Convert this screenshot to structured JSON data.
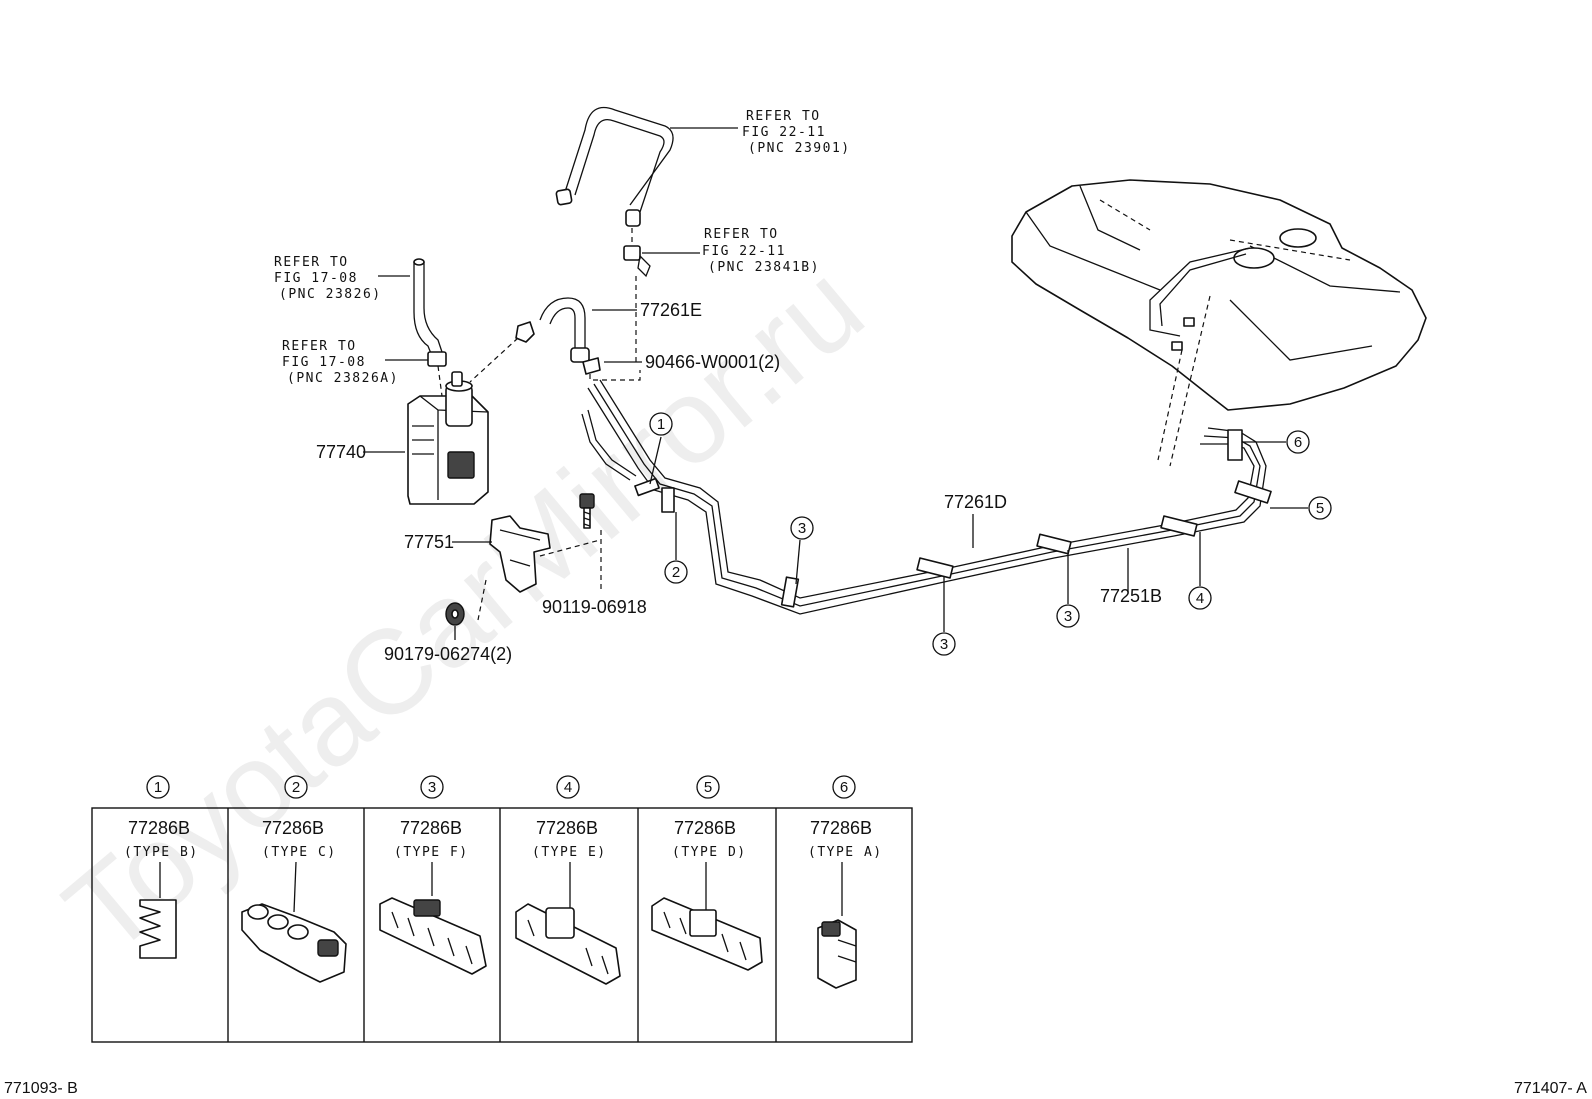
{
  "watermark": "ToyotaCarMirror.ru",
  "refs": {
    "r1": [
      "REFER TO",
      "FIG 22-11",
      "(PNC 23901)"
    ],
    "r2": [
      "REFER TO",
      "FIG 22-11",
      "(PNC 23841B)"
    ],
    "r3": [
      "REFER TO",
      "FIG 17-08",
      "(PNC 23826)"
    ],
    "r4": [
      "REFER TO",
      "FIG 17-08",
      "(PNC 23826A)"
    ]
  },
  "labels": {
    "hose_e": "77261E",
    "clamp": "90466-W0001(2)",
    "canister": "77740",
    "bracket": "77751",
    "bolt": "90119-06918",
    "nut": "90179-06274(2)",
    "tube_d": "77261D",
    "tube_b": "77251B"
  },
  "callouts": [
    "1",
    "2",
    "3",
    "4",
    "5",
    "6"
  ],
  "clamp_table": [
    {
      "num": "1",
      "part": "77286B",
      "type": "(TYPE B)"
    },
    {
      "num": "2",
      "part": "77286B",
      "type": "(TYPE C)"
    },
    {
      "num": "3",
      "part": "77286B",
      "type": "(TYPE F)"
    },
    {
      "num": "4",
      "part": "77286B",
      "type": "(TYPE E)"
    },
    {
      "num": "5",
      "part": "77286B",
      "type": "(TYPE D)"
    },
    {
      "num": "6",
      "part": "77286B",
      "type": "(TYPE A)"
    }
  ],
  "footer": {
    "left": "771093- B",
    "right": "771407- A"
  }
}
